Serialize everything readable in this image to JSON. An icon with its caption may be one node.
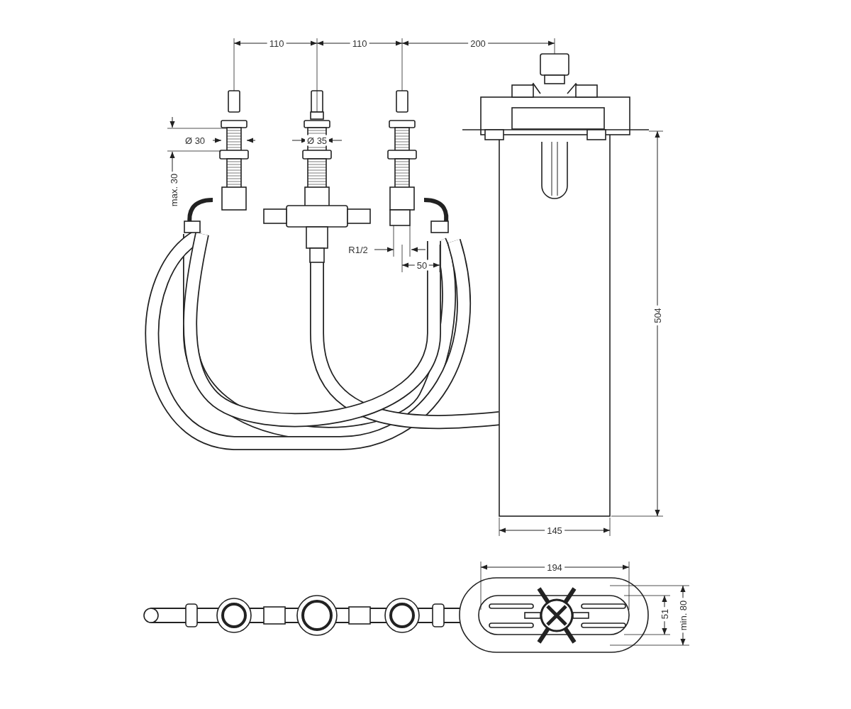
{
  "diagram": {
    "labels": [
      "110",
      "110",
      "200",
      "Ø 30",
      "Ø 35",
      "max. 30",
      "R1/2",
      "50",
      "504",
      "145",
      "194",
      "51",
      "min. 80"
    ]
  }
}
